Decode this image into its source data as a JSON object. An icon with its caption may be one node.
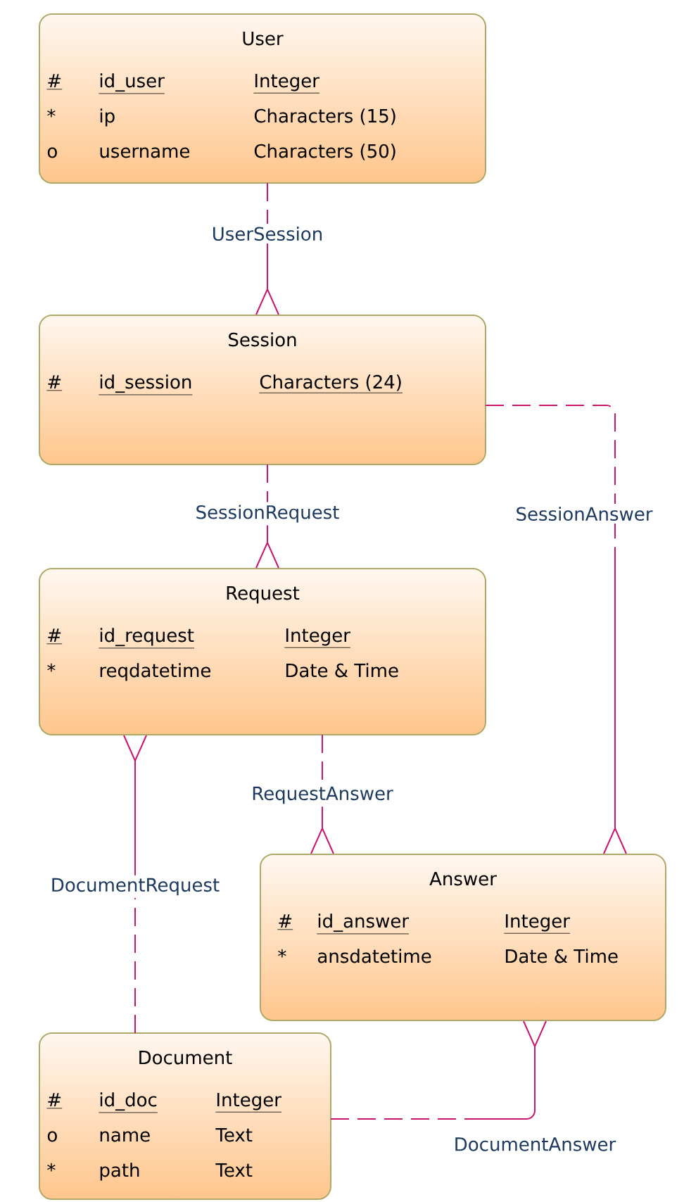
{
  "diagram": {
    "nodes": [
      {
        "text": [
          "User",
          "#",
          "id_user",
          "Integer",
          "*",
          "ip",
          "Characters (15)",
          "o",
          "username",
          "Characters (50)"
        ]
      },
      {
        "text": [
          "Session",
          "#",
          "id_session",
          "Characters (24)"
        ]
      },
      {
        "text": [
          "Request",
          "#",
          "id_request",
          "Integer",
          "*",
          "reqdatetime",
          "Date & Time"
        ]
      },
      {
        "text": [
          "Answer",
          "#",
          "id_answer",
          "Integer",
          "*",
          "ansdatetime",
          "Date & Time"
        ]
      },
      {
        "text": [
          "Document",
          "#",
          "id_doc",
          "Integer",
          "o",
          "name",
          "Text",
          "*",
          "path",
          "Text"
        ]
      }
    ],
    "edges": [
      {
        "from": 0,
        "to": 1,
        "arrow": "other",
        "label": "UserSession"
      },
      {
        "from": 1,
        "to": 2,
        "arrow": "other",
        "label": "SessionRequest"
      },
      {
        "from": 1,
        "to": 3,
        "arrow": "other",
        "label": "SessionAnswer"
      },
      {
        "from": 2,
        "to": 3,
        "arrow": "other",
        "label": "RequestAnswer"
      },
      {
        "from": 4,
        "to": 2,
        "arrow": "other",
        "label": "DocumentRequest"
      },
      {
        "from": 4,
        "to": 3,
        "arrow": "other",
        "label": "DocumentAnswer"
      }
    ]
  }
}
